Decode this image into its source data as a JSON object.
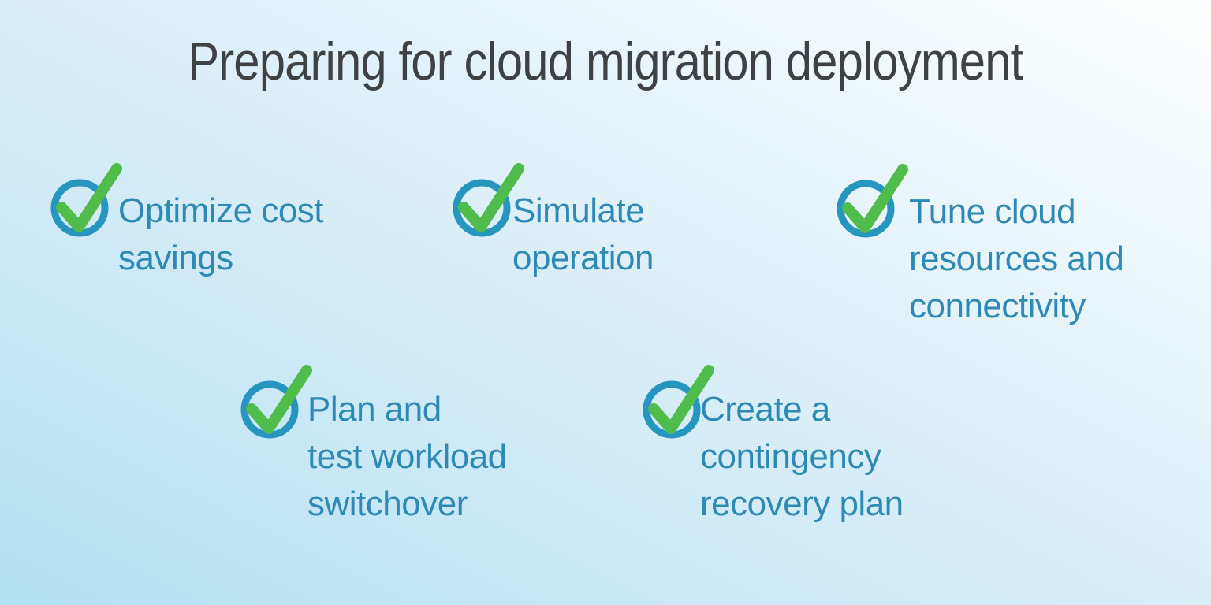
{
  "title": {
    "text": "Preparing for cloud migration deployment"
  },
  "checklist": {
    "items": [
      {
        "id": "optimize-cost-savings",
        "text": "Optimize cost savings",
        "lines": [
          "Optimize cost",
          "savings"
        ]
      },
      {
        "id": "simulate-operation",
        "text": "Simulate operation",
        "lines": [
          "Simulate",
          "operation"
        ]
      },
      {
        "id": "tune-cloud-resources-and-connectivity",
        "text": "Tune cloud resources and connectivity",
        "lines": [
          "Tune cloud",
          "resources and",
          "connectivity"
        ]
      },
      {
        "id": "plan-and-test-workload-switchover",
        "text": "Plan and test workload switchover",
        "lines": [
          "Plan and",
          "test workload",
          "switchover"
        ]
      },
      {
        "id": "create-a-contingency-recovery-plan",
        "text": "Create a contingency recovery plan",
        "lines": [
          "Create a",
          "contingency",
          "recovery plan"
        ]
      }
    ],
    "icon": {
      "name": "check-circle-icon"
    }
  },
  "colors": {
    "background_top_right": "#FEFFFF",
    "background_mid": "#DAEEF8",
    "background_bottom_left": "#B5E1F2",
    "title_text": "#3F4143",
    "item_text": "#2E8AB4",
    "check_circle": "#2695C0",
    "check_mark": "#4FBC4B"
  }
}
